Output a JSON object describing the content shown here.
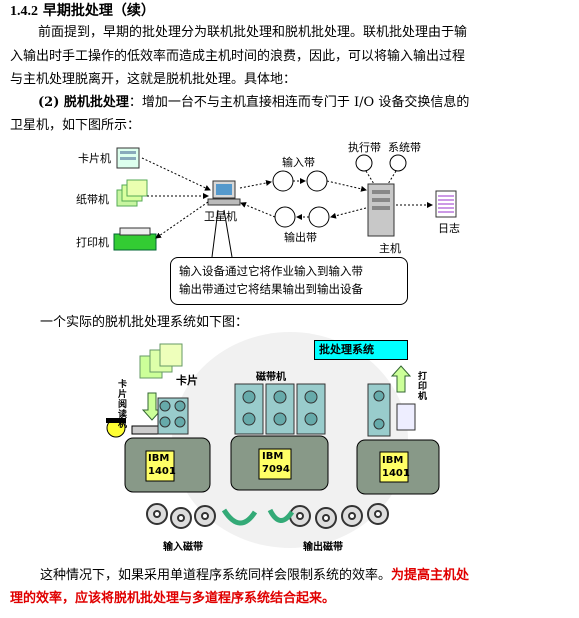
{
  "heading": {
    "number": "1.4.2",
    "title": "早期批处理（续）"
  },
  "paragraphs": {
    "p1_line1": "前面提到，早期的批处理分为联机批处理和脱机批处理。联机批处理由于输",
    "p1_line2": "入输出时手工操作的低效率而造成主机时间的浪费，因此，可以将输入输出过程",
    "p1_line3": "与主机处理脱离开，这就是脱机批处理。具体地：",
    "p2_prefix": "(2) 脱机批处理",
    "p2_line1_rest": "：增加一台不与主机直接相连而专门于 I/O 设备交换信息的",
    "p2_line2": "卫星机，如下图所示：",
    "p3": "一个实际的脱机批处理系统如下图：",
    "p4_normal": "这种情况下，如果采用单道程序系统同样会限制系统的效率。",
    "p4_red1": "为提高主机处",
    "p4_red2": "理的效率，应该将脱机批处理与多道程序系统结合起来。"
  },
  "diagram1": {
    "card_reader": "卡片机",
    "tape_reader": "纸带机",
    "printer": "打印机",
    "satellite": "卫星机",
    "input_tape": "输入带",
    "output_tape": "输出带",
    "exec_tape": "执行带",
    "system_tape": "系统带",
    "host": "主机",
    "log": "日志",
    "note_line1": "输入设备通过它将作业输入到输入带",
    "note_line2": "输出带通过它将结果输出到输出设备"
  },
  "diagram2": {
    "banner": "批处理系统",
    "cards": "卡片",
    "card_reader": "卡片阅读机",
    "tape_drives": "磁带机",
    "printer": "打印机",
    "ibm1401_a_l1": "IBM",
    "ibm1401_a_l2": "1401",
    "ibm7094_l1": "IBM",
    "ibm7094_l2": "7094",
    "ibm1401_b_l1": "IBM",
    "ibm1401_b_l2": "1401",
    "input_tape": "输入磁带",
    "output_tape": "输出磁带"
  },
  "colors": {
    "accent_red": "#e00000",
    "banner_bg": "#00ffff",
    "machine_box": "#889988",
    "machine_label": "#ffff66"
  }
}
